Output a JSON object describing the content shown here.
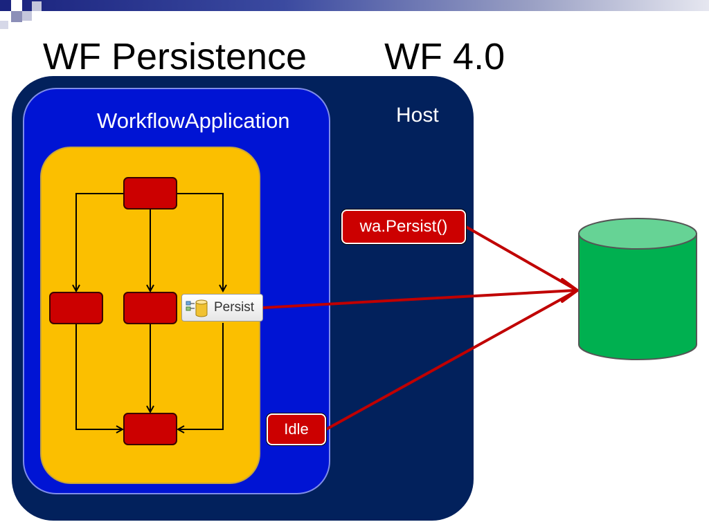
{
  "slide": {
    "title_main": "WF Persistence",
    "title_version": "WF 4.0"
  },
  "host": {
    "label": "Host"
  },
  "workflow_application": {
    "label": "WorkflowApplication"
  },
  "persist_activity": {
    "label": "Persist",
    "icon": "database-persist-icon"
  },
  "triggers": {
    "persist_call": "wa.Persist()",
    "idle": "Idle"
  },
  "database": {
    "icon": "database-cylinder",
    "color": "#00b050"
  },
  "colors": {
    "host": "#02215c",
    "workflow_application": "#0014d4",
    "workflow": "#fbbf00",
    "activity": "#cc0000",
    "arrow": "#c00000"
  }
}
